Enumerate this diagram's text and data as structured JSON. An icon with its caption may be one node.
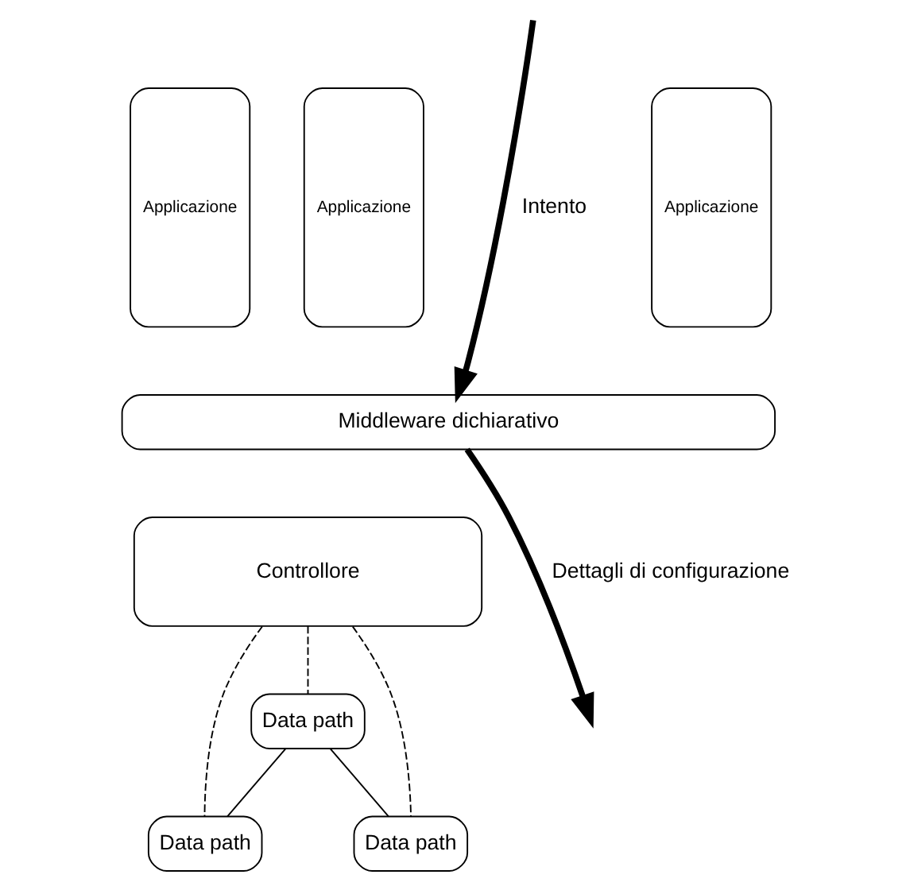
{
  "diagram": {
    "nodes": [
      {
        "text": [
          "Applicazione"
        ]
      },
      {
        "text": [
          "Applicazione"
        ]
      },
      {
        "text": [
          "Applicazione"
        ]
      },
      {
        "text": [
          "Middleware dichiarativo"
        ]
      },
      {
        "text": [
          "Controllore"
        ]
      },
      {
        "text": [
          "Data path"
        ]
      },
      {
        "text": [
          "Data path"
        ]
      },
      {
        "text": [
          "Data path"
        ]
      }
    ],
    "edges": [
      {
        "from": null,
        "to": 3,
        "arrow": "to",
        "label": "Intento",
        "style": "thick"
      },
      {
        "from": 3,
        "to": null,
        "arrow": "to",
        "label": "Dettagli di configurazione",
        "style": "thick"
      },
      {
        "from": 4,
        "to": 6,
        "arrow": "none",
        "style": "dashed"
      },
      {
        "from": 4,
        "to": 5,
        "arrow": "none",
        "style": "dashed"
      },
      {
        "from": 4,
        "to": 7,
        "arrow": "none",
        "style": "dashed"
      },
      {
        "from": 5,
        "to": 6,
        "arrow": "none"
      },
      {
        "from": 5,
        "to": 7,
        "arrow": "none"
      }
    ]
  }
}
